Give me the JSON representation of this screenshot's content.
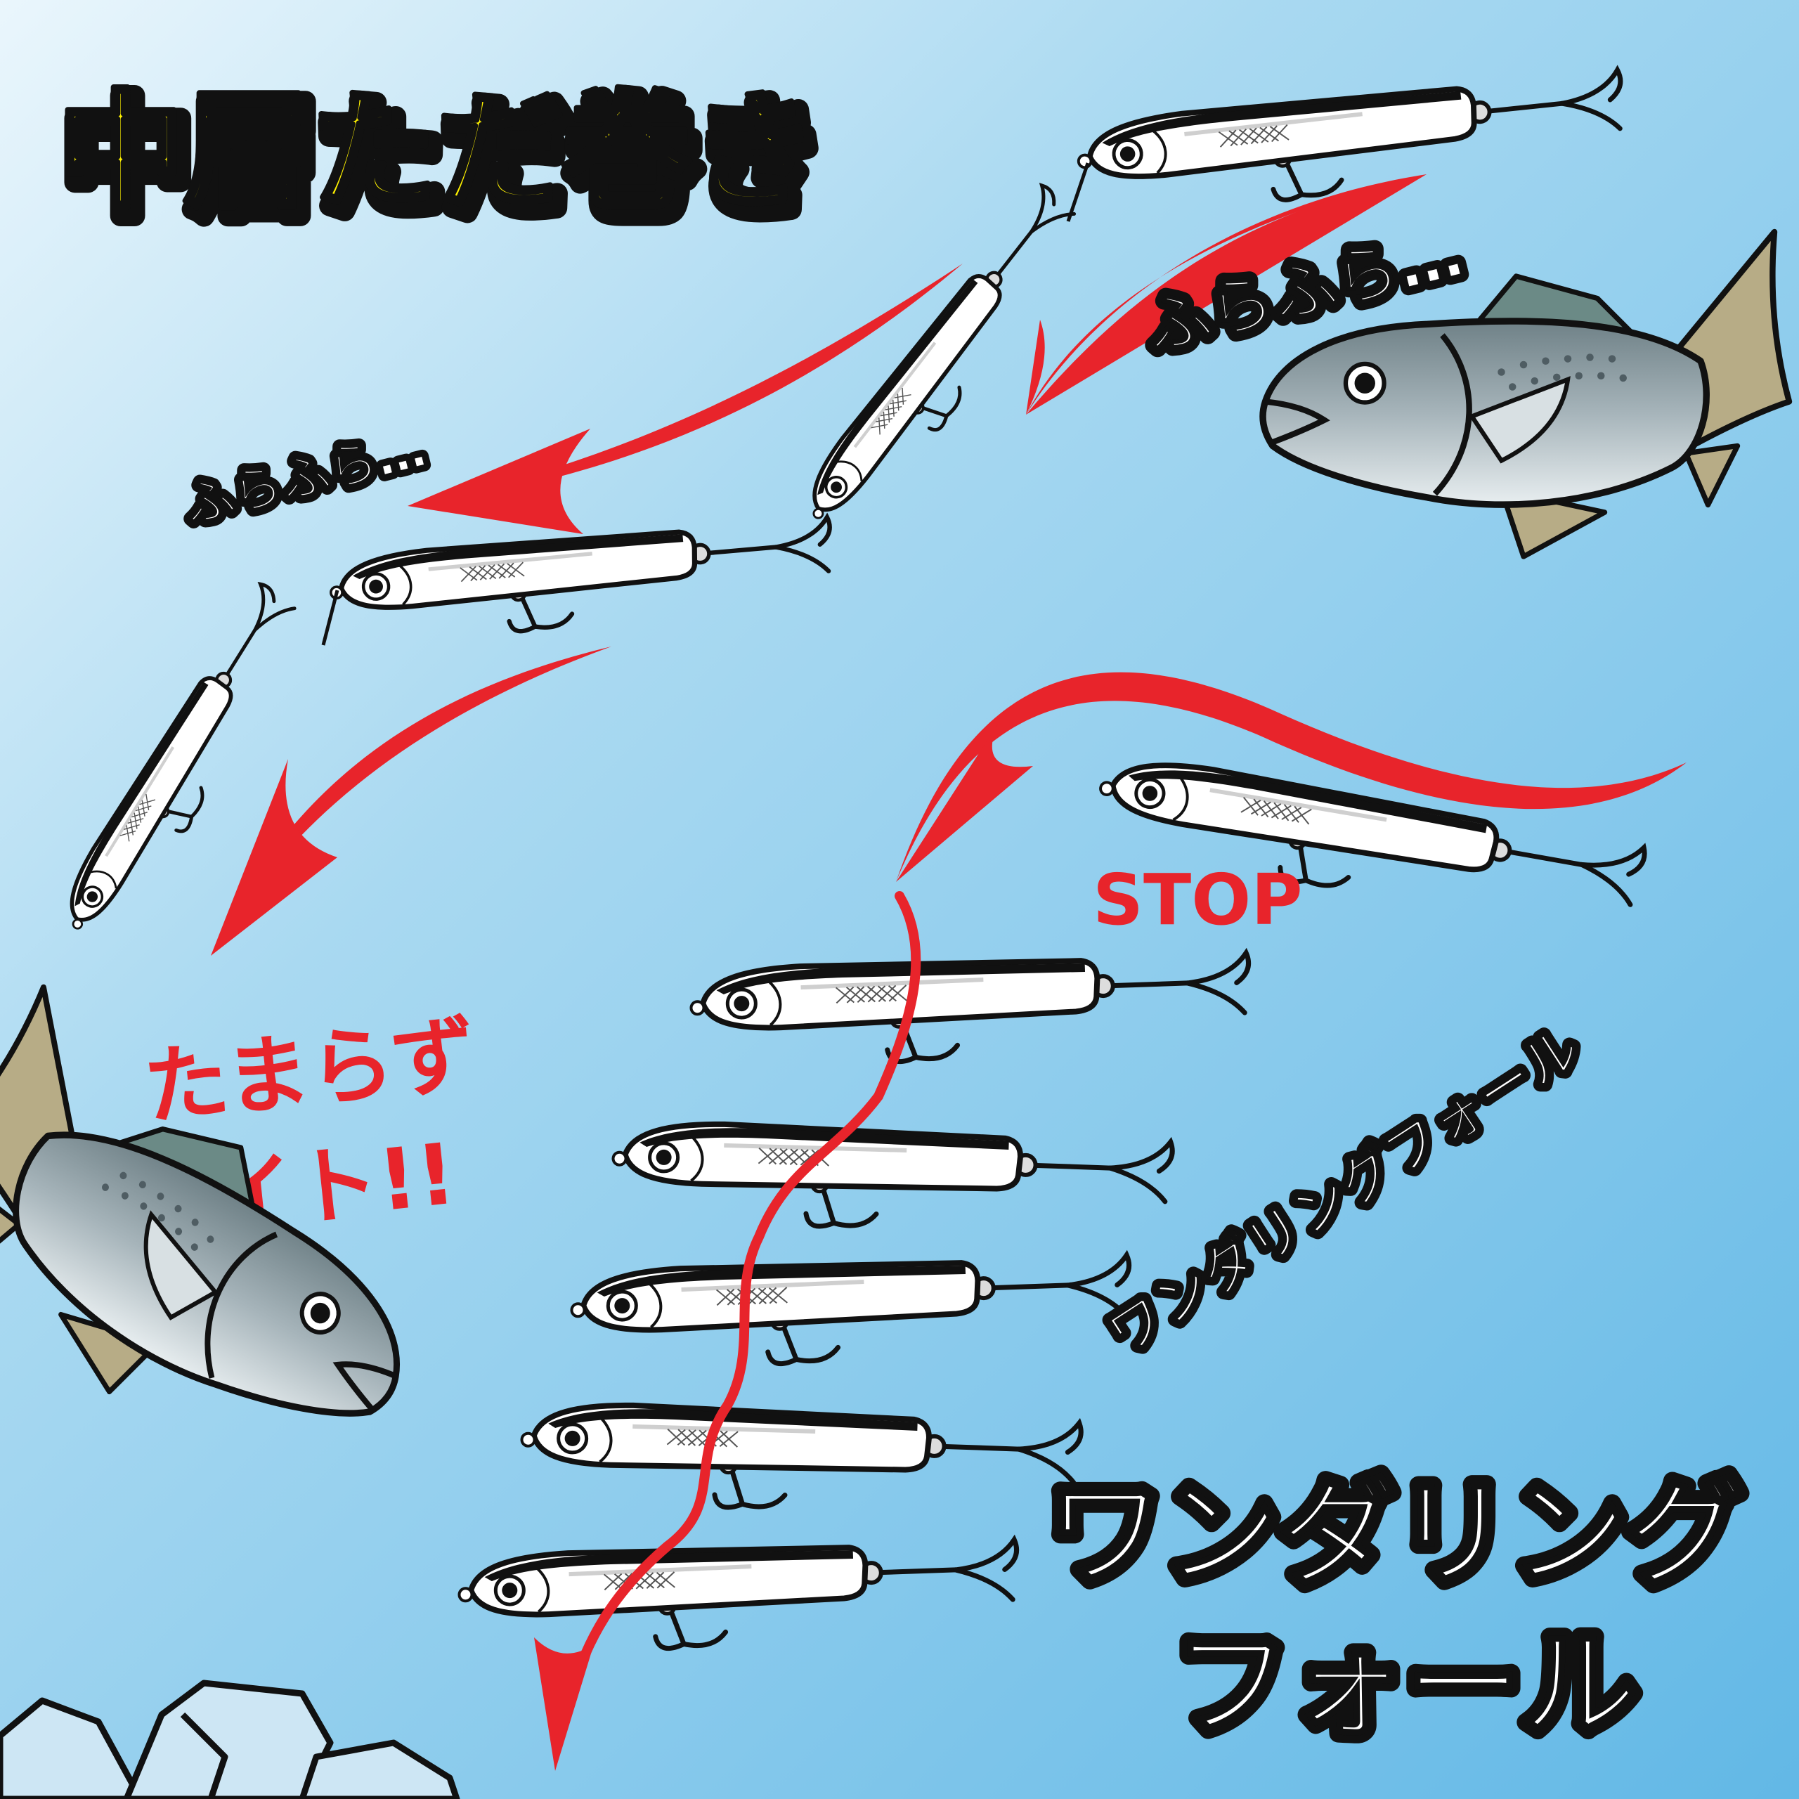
{
  "title": "中層ただ巻き",
  "upper_section": {
    "sway_label_1": "ふらふら…",
    "sway_label_2": "ふらふら…"
  },
  "lower_section": {
    "stop_label": "STOP",
    "wandering_small_label": "ワンダリングフォール",
    "bite_label_line1": "たまらず",
    "bite_label_line2": "バイト!!",
    "heading_line1": "ワンダリング",
    "heading_line2": "フォール"
  },
  "colors": {
    "background_top_left": "#e6f4fb",
    "background_bottom_right": "#6cbde8",
    "title_fill": "#fff200",
    "accent_red": "#e8242b",
    "outline": "#111111",
    "fish_body": "#9aa9b0",
    "fish_fin": "#b8ac86",
    "rock_fill": "#cfe6f4"
  },
  "icons": [
    "lure-icon",
    "bass-fish-icon",
    "treble-hook-icon",
    "rock-icon",
    "arrow-icon"
  ]
}
